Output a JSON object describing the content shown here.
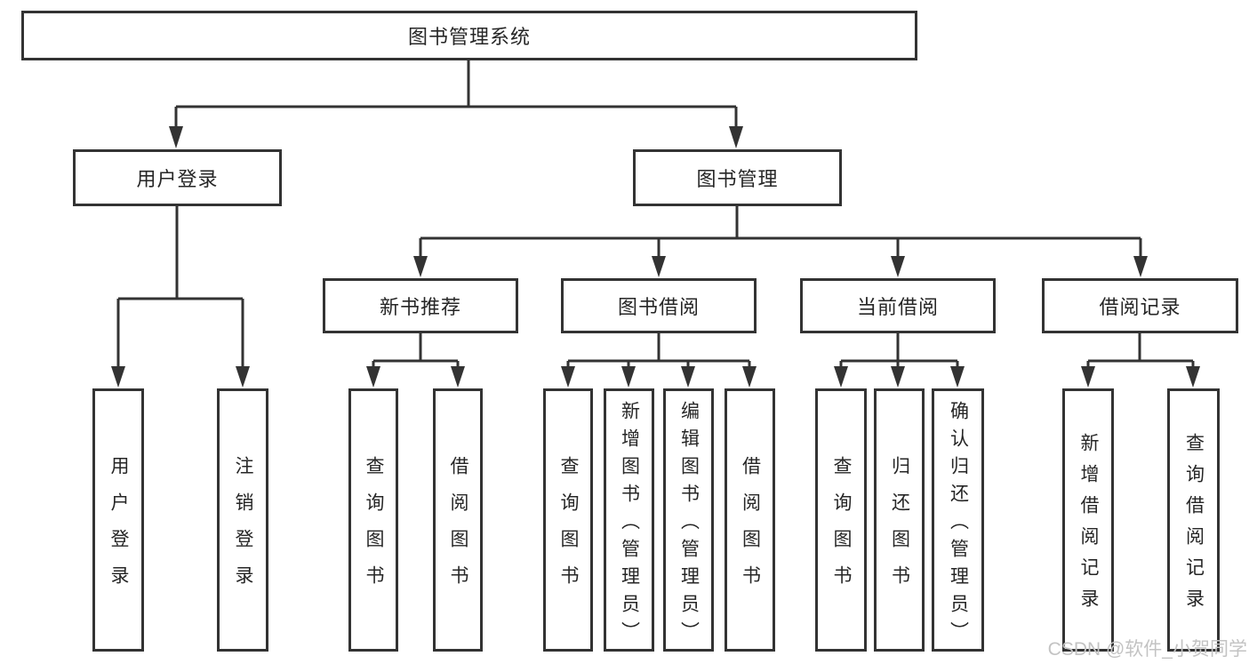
{
  "diagram": {
    "root": {
      "label": "图书管理系统"
    },
    "level2": [
      {
        "label": "用户登录",
        "children": [
          {
            "label": "用户登录"
          },
          {
            "label": "注销登录"
          }
        ]
      },
      {
        "label": "图书管理",
        "children": [
          {
            "label": "新书推荐",
            "children": [
              {
                "label": "查询图书"
              },
              {
                "label": "借阅图书"
              }
            ]
          },
          {
            "label": "图书借阅",
            "children": [
              {
                "label": "查询图书"
              },
              {
                "label": "新增图书（管理员）"
              },
              {
                "label": "编辑图书（管理员）"
              },
              {
                "label": "借阅图书"
              }
            ]
          },
          {
            "label": "当前借阅",
            "children": [
              {
                "label": "查询图书"
              },
              {
                "label": "归还图书"
              },
              {
                "label": "确认归还（管理员）"
              }
            ]
          },
          {
            "label": "借阅记录",
            "children": [
              {
                "label": "新增借阅记录"
              },
              {
                "label": "查询借阅记录"
              }
            ]
          }
        ]
      }
    ]
  },
  "watermark": {
    "text": "CSDN @软件_小贺同学"
  },
  "colors": {
    "line": "#333333",
    "text": "#262626",
    "background": "#ffffff",
    "watermark": "#c3c3c3"
  }
}
